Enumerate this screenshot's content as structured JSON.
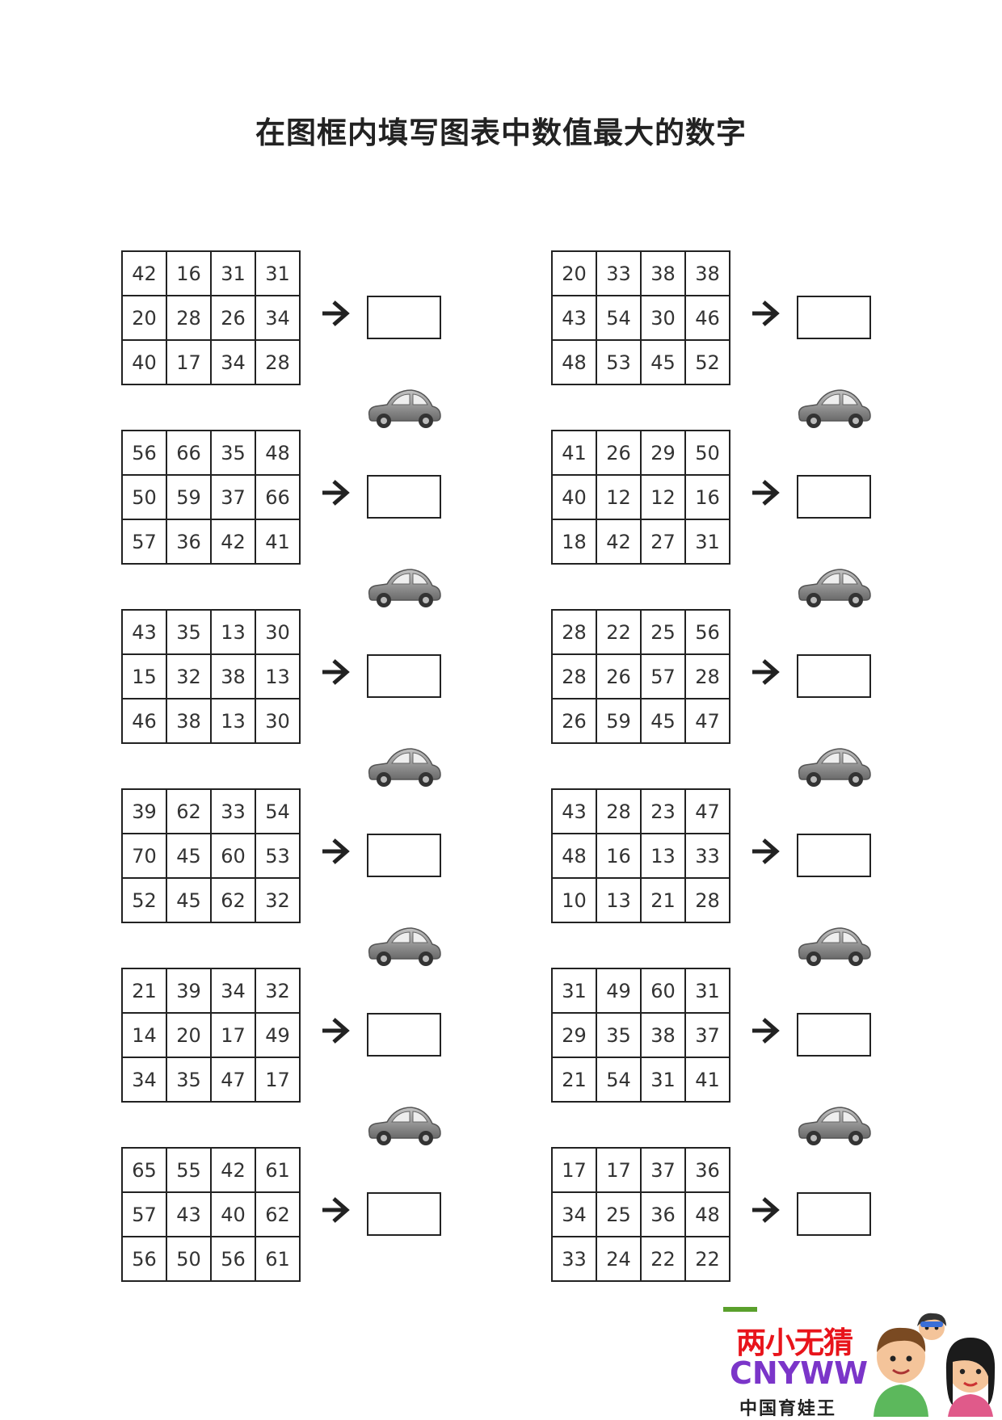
{
  "title": "在图框内填写图表中数值最大的数字",
  "icons": {
    "arrow": "right-arrow-icon",
    "car": "car-icon"
  },
  "puzzles_left": [
    {
      "rows": [
        [
          "42",
          "16",
          "31",
          "31"
        ],
        [
          "20",
          "28",
          "26",
          "34"
        ],
        [
          "40",
          "17",
          "34",
          "28"
        ]
      ]
    },
    {
      "rows": [
        [
          "56",
          "66",
          "35",
          "48"
        ],
        [
          "50",
          "59",
          "37",
          "66"
        ],
        [
          "57",
          "36",
          "42",
          "41"
        ]
      ]
    },
    {
      "rows": [
        [
          "43",
          "35",
          "13",
          "30"
        ],
        [
          "15",
          "32",
          "38",
          "13"
        ],
        [
          "46",
          "38",
          "13",
          "30"
        ]
      ]
    },
    {
      "rows": [
        [
          "39",
          "62",
          "33",
          "54"
        ],
        [
          "70",
          "45",
          "60",
          "53"
        ],
        [
          "52",
          "45",
          "62",
          "32"
        ]
      ]
    },
    {
      "rows": [
        [
          "21",
          "39",
          "34",
          "32"
        ],
        [
          "14",
          "20",
          "17",
          "49"
        ],
        [
          "34",
          "35",
          "47",
          "17"
        ]
      ]
    },
    {
      "rows": [
        [
          "65",
          "55",
          "42",
          "61"
        ],
        [
          "57",
          "43",
          "40",
          "62"
        ],
        [
          "56",
          "50",
          "56",
          "61"
        ]
      ]
    }
  ],
  "puzzles_right": [
    {
      "rows": [
        [
          "20",
          "33",
          "38",
          "38"
        ],
        [
          "43",
          "54",
          "30",
          "46"
        ],
        [
          "48",
          "53",
          "45",
          "52"
        ]
      ]
    },
    {
      "rows": [
        [
          "41",
          "26",
          "29",
          "50"
        ],
        [
          "40",
          "12",
          "12",
          "16"
        ],
        [
          "18",
          "42",
          "27",
          "31"
        ]
      ]
    },
    {
      "rows": [
        [
          "28",
          "22",
          "25",
          "56"
        ],
        [
          "28",
          "26",
          "57",
          "28"
        ],
        [
          "26",
          "59",
          "45",
          "47"
        ]
      ]
    },
    {
      "rows": [
        [
          "43",
          "28",
          "23",
          "47"
        ],
        [
          "48",
          "16",
          "13",
          "33"
        ],
        [
          "10",
          "13",
          "21",
          "28"
        ]
      ]
    },
    {
      "rows": [
        [
          "31",
          "49",
          "60",
          "31"
        ],
        [
          "29",
          "35",
          "38",
          "37"
        ],
        [
          "21",
          "54",
          "31",
          "41"
        ]
      ]
    },
    {
      "rows": [
        [
          "17",
          "17",
          "37",
          "36"
        ],
        [
          "34",
          "25",
          "36",
          "48"
        ],
        [
          "33",
          "24",
          "22",
          "22"
        ]
      ]
    }
  ],
  "logo": {
    "line1": "两小无猜",
    "line2": "CNYWW",
    "line3": "中国育娃王",
    "colors": {
      "line1": "#e8141b",
      "line2": "#7b35c9",
      "bar": "#5aa02c"
    }
  }
}
